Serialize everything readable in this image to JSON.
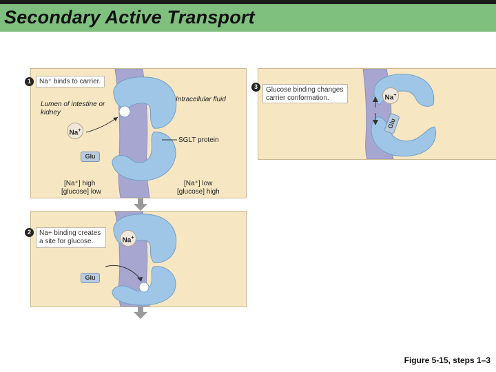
{
  "title": "Secondary Active Transport",
  "caption": "Figure 5-15, steps 1–3",
  "step1": {
    "number": "1",
    "callout": "Na⁺ binds to carrier.",
    "lumen_label": "Lumen of intestine or kidney",
    "intracellular_label": "Intracellular fluid",
    "sglt_label": "SGLT protein",
    "left_conc_line1": "[Na⁺] high",
    "left_conc_line2": "[glucose] low",
    "right_conc_line1": "[Na⁺] low",
    "right_conc_line2": "[glucose] high",
    "na_label": "Na",
    "na_charge": "+",
    "glu_label": "Glu"
  },
  "step2": {
    "number": "2",
    "callout": "Na+ binding creates a site for glucose.",
    "na_label": "Na",
    "na_charge": "+",
    "glu_label": "Glu"
  },
  "step3": {
    "number": "3",
    "callout": "Glucose binding changes carrier conformation.",
    "na_label": "Na",
    "na_charge": "+",
    "glu_label": "Glu"
  },
  "colors": {
    "title_bar": "#7fc07f",
    "panel_bg": "#f6e6c2",
    "membrane": "#a7a6d0",
    "carrier": "#9fc6e6",
    "glucose": "#b9cbe0"
  }
}
